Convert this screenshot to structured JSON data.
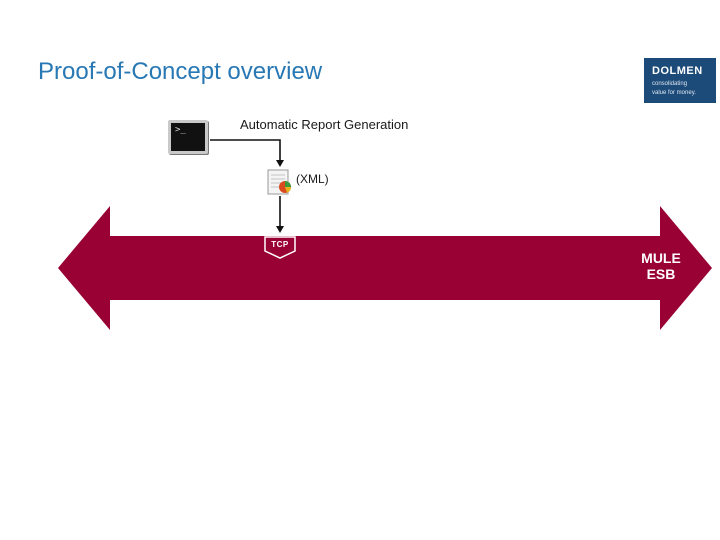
{
  "slide": {
    "title": "Proof-of-Concept overview"
  },
  "logo": {
    "name": "DOLMEN",
    "tagline_line1": "consolidating",
    "tagline_line2": "value for money."
  },
  "diagram": {
    "process_label": "Automatic Report Generation",
    "terminal_prompt": ">_",
    "document_label": "(XML)",
    "protocol_label": "TCP",
    "bus_label": "MULE",
    "bus_sublabel": "ESB",
    "colors": {
      "bus": "#990033",
      "title": "#2878b4",
      "logo": "#1d4b79",
      "connector": "#111111"
    },
    "icons": [
      "terminal-icon",
      "report-document-icon",
      "tcp-badge-icon"
    ]
  }
}
